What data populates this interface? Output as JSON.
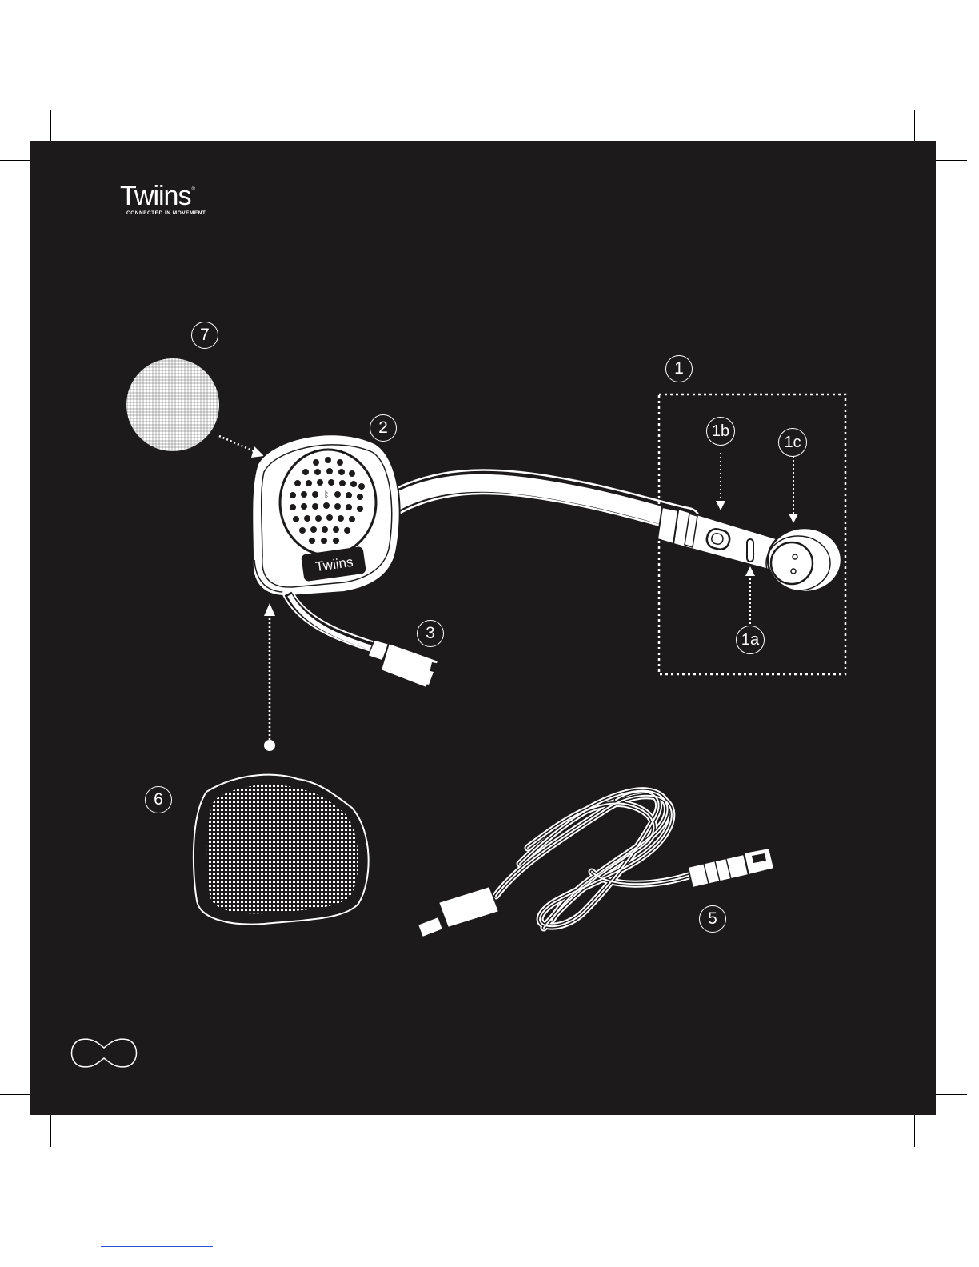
{
  "brand": {
    "logo_text": "Twiins",
    "registered_mark": "®",
    "tagline": "CONNECTED IN MOVEMENT",
    "device_label": "Twiins"
  },
  "callouts": {
    "c1": "1",
    "c1a": "1a",
    "c1b": "1b",
    "c1c": "1c",
    "c2": "2",
    "c3": "3",
    "c5": "5",
    "c6": "6",
    "c7": "7"
  },
  "colors": {
    "panel": "#1c1a1a",
    "line": "#ffffff",
    "link_underline": "#2b4fd8"
  }
}
